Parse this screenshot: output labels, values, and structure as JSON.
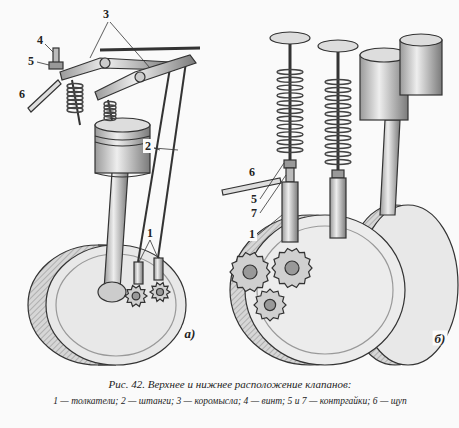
{
  "diagram": {
    "caption": "Рис. 42. Верхнее и нижнее расположение клапанов:",
    "labels": [
      "3",
      "4",
      "5",
      "6",
      "2",
      "1",
      "а)",
      "6",
      "5",
      "7",
      "1",
      "б)",
      "1 — толкатели; 2 — штанги; 3 — коромысла; 4 — винт; 5 и 7 — контргайки; 6 — щуп"
    ]
  }
}
